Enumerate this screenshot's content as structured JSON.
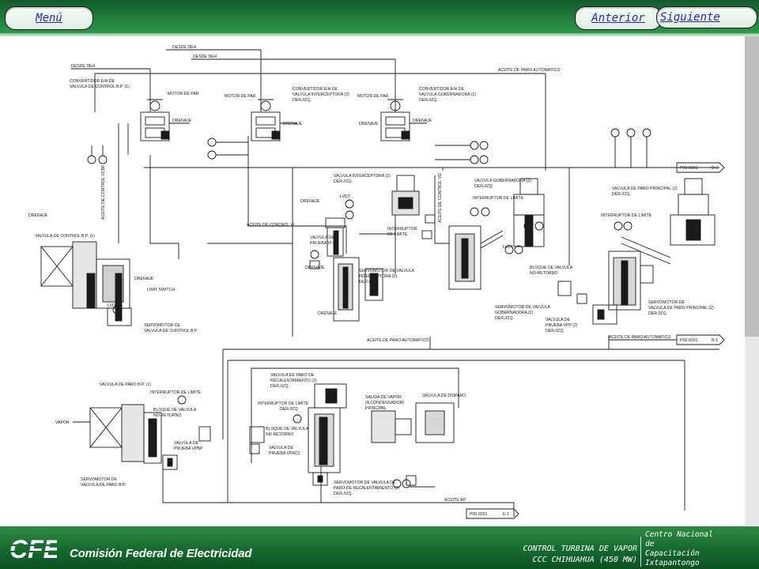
{
  "nav": {
    "menu": "Menú",
    "previous": "Anterior",
    "next": "Siguiente"
  },
  "footer": {
    "logo_text": "CFE",
    "company": "Comisión Federal de Electricidad",
    "line1": "CONTROL TURBINA DE VAPOR",
    "line2": "CCC CHIHUAHUA (450 MW)",
    "center": [
      "Centro Nacional",
      "de",
      "Capacitación",
      "Ixtapantongo"
    ]
  },
  "colors": {
    "header_green": "#1f7a3a",
    "nav_link": "#2a2aa8",
    "footer_green": "#166a30"
  },
  "diagram": {
    "labels": {
      "desde_deh_1": "DESDE DEH",
      "desde_deh_2": "DESDE DEH",
      "desde_deh_3": "DESDE DEH",
      "aceite_paro_auto_top": "ACEITE DE PARO AUTOMATICO",
      "conv_bp_1": "CONVERTIDOR E/H DE",
      "conv_bp_2": "VALVULA DE CONTROL B.P. (1)",
      "motor_par_1": "MOTOR DE PAR",
      "motor_par_2": "MOTOR DE PAR",
      "motor_par_3": "MOTOR DE PAR",
      "conv_int_1": "CONVERTIDOR E/H DE",
      "conv_int_2": "VALVULA INTERCEPTORA (2)",
      "conv_int_3": "DER./IZQ.",
      "conv_gob_1": "CONVERTIDOR E/H DE",
      "conv_gob_2": "VALVULA GOBERNADORA (2)",
      "conv_gob_3": "DER./IZQ.",
      "drenaje_1": "DRENAJE",
      "drenaje_2": "DRENAJE",
      "drenaje_3": "DRENAJE",
      "drenaje_4": "DRENAJE",
      "drenaje_5": "DRENAJE",
      "drenaje_6": "DRENAJE",
      "drenaje_7": "DRENAJE",
      "drenaje_8": "DRENAJE",
      "aceite_control_vcbp": "ACEITE DE CONTROL VCBP",
      "aceite_control_vi": "ACEITE DE CONTROL VI",
      "val_interceptora_1": "VALVULA INTERCEPTORA (2)",
      "val_interceptora_2": "DER./IZQ.",
      "lvdt_1": "LVDT",
      "lvdt_2": "LVDT",
      "lvdt_3": "LVDT",
      "interruptor_limite_1": "INTERRUPTOR",
      "interruptor_limite_2": "DE LIMITE",
      "valvula_prueba_1": "VALVULA DE",
      "valvula_prueba_2": "PRUEBA VI (2)",
      "aceite_control_vg": "ACEITE DE CONTROL VG",
      "val_gobernadora_1": "VALVULA GOBERNADORA (2)",
      "val_gobernadora_2": "DER./IZQ.",
      "interruptor_limite_3": "INTERRUPTOR DE LIMITE",
      "interruptor_limite_4": "INTERRUPTOR DE LIMITE",
      "val_paro_principal_1": "VALVULA DE PARO PRINCIPAL (2)",
      "val_paro_principal_2": "DER./IZQ.",
      "p00_d1": "P00-0201",
      "d1": "D-1",
      "val_control_bp": "VALVULA DE CONTROL B.P. (1)",
      "drenaje_aj": "DRENAJE",
      "limit_switch": "LIMIT SWITCH",
      "servo_control_bp_1": "SERVOMOTOR DE",
      "servo_control_bp_2": "VALVULA DE CONTROL B.P.",
      "servo_interceptora_1": "SERVOMOTOR DE VALVULA",
      "servo_interceptora_2": "INTERCEPTORA (2)",
      "servo_interceptora_3": "DER./IZQ.",
      "servo_gobernadora_1": "SERVOMOTOR DE VALVULA",
      "servo_gobernadora_2": "GOBERNADORA (2)",
      "servo_gobernadora_3": "DER./IZQ.",
      "bloque_no_retorno_1": "BLOQUE DE VALVULA",
      "bloque_no_retorno_2": "NO-RETORNO",
      "valvula_prueba_vpp_1": "VALVULA DE",
      "valvula_prueba_vpp_2": "PRUEBA VPP (2)",
      "valvula_prueba_vpp_3": "DER./IZQ.",
      "servo_paro_principal_1": "SERVOMOTOR DE",
      "servo_paro_principal_2": "VALVULA DE PARO PRINCIPAL (2)",
      "servo_paro_principal_3": "DER./IZQ.",
      "aceite_paro_auto_mid1": "ACEITE DE PARO AUTOMATICO",
      "aceite_paro_auto_mid2": "ACEITE DE PARO AUTOMATICO",
      "p00_b1": "P00-0201",
      "b1": "B-1",
      "val_paro_bp_1": "VALVULA DE PARO B.P. (1)",
      "interruptor_limite_5": "INTERRUPTOR DE LIMITE",
      "bloque_no_retorno_3": "BLOQUE DE VALVULA",
      "bloque_no_retorno_4": "NO-RETORNO",
      "vapor": "VAPOR",
      "valvula_prueba_vpbp_1": "VALVULA DE",
      "valvula_prueba_vpbp_2": "PRUEBA VPBP",
      "servo_paro_bp_1": "SERVOMOTOR DE",
      "servo_paro_bp_2": "VALVULA DE PARO B.P.",
      "val_paro_recal_1": "VALVULA DE PARO DE",
      "val_paro_recal_2": "RECALENTAMIENTO (2)",
      "val_paro_recal_3": "DER./IZQ.",
      "salida_vapor_1": "SALIDA DE VAPOR",
      "salida_vapor_2": "(A CONDENSADOR)",
      "salida_vapor_3": "PRINCIPAL",
      "val_disparo": "VALVULA DE DISPARO",
      "interruptor_limite_6": "INTERRUPTOR DE LIMITE",
      "interruptor_limite_6b": "DER./IZQ.",
      "bloque_no_retorno_5": "BLOQUE DE VALVULA",
      "bloque_no_retorno_6": "NO-RETORNO",
      "valvula_prueba_vpr_1": "VALVULA DE",
      "valvula_prueba_vpr_2": "PRUEBA VPR(2)",
      "servo_paro_recal_1": "SERVOMOTOR DE VALVULA DE",
      "servo_paro_recal_2": "PARO DE RECALENTAMIENTO (2)",
      "servo_paro_recal_3": "DER./IZQ.",
      "aceite_ap": "ACEITE AP",
      "p00_e1": "P00-0201",
      "e1": "E-1"
    }
  }
}
